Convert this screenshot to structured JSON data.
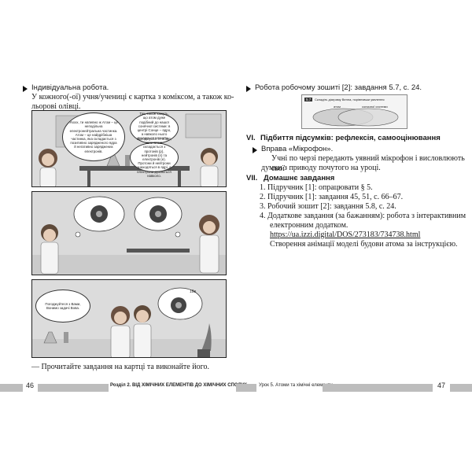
{
  "left": {
    "bullet_label": "Індивідуальна робота.",
    "intro_line1": "У кожного(-ої) учня/учениці є картка з коміксом, а також ко-",
    "intro_line2": "льорові олівці.",
    "comic": {
      "bubble1": "Ухххх, ти напевно ж Атом – це неподільна електронейтральна частинка. Атом – це найдрібніша частинка, яка складається з позитивно зарядженого ядра й негативно заряджених електронів.",
      "bubble2": "Так, також кажуть, що атом дуже подібний до нашої сонячної системи: в центрі Сонце – ядро, а навколо нього рухаються планети – електрони.",
      "bubble3": "Погоджуюся з тобою, але атом складається з протонів (p), нейтронів (n) та електронів (e). Протони й нейтрони знаходяться в ядрі, а електрони рухаються навколо.",
      "bubble4": "Погоджуйтеся з Вами, Вонимо задачі Вова.",
      "bubble5": "10e"
    },
    "task_line": "— Прочитайте завдання на картці та виконайте його."
  },
  "right": {
    "workbook_line": "Робота робочому зошиті [2]: завдання 5.7, с. 24.",
    "thumb": {
      "number": "5.7",
      "instruction": "Складіть діаграму Венна, порівнявши уявлення",
      "label_left": "атом",
      "label_right": "сонячної системи"
    },
    "section6_num": "VI.",
    "section6_title": "Підбиття підсумків: рефлексія, самооцінювання",
    "exercise_label": "Вправа «Мікрофон».",
    "exercise_text1": "Учні по черзі передають уявний мікрофон і висловлюють свої",
    "exercise_text2": "думки з приводу почутого на уроці.",
    "section7_num": "VII.",
    "section7_title": "Домашнє завдання",
    "hw": [
      "1. Підручник [1]: опрацювати § 5.",
      "2. Підручник [1]: завдання 45, 51, с. 66–67.",
      "3. Робочий зошит [2]: завдання 5.8, с. 24.",
      "4. Додаткове завдання (за бажанням): робота з інтерактивним"
    ],
    "hw4_cont": "електронним додатком.",
    "hw_link": "https://ua.izzi.digital/DOS/273183/734738.html",
    "hw_last": "Створення анімації моделі будови атома за інструкцією."
  },
  "footer": {
    "left_page": "46",
    "left_title": "Розділ 2. ВІД ХІМІЧНИХ ЕЛЕМЕНТІВ ДО ХІМІЧНИХ СПОЛУК",
    "right_title": "Урок 5. Атоми та хімічні елементи",
    "right_page": "47"
  }
}
